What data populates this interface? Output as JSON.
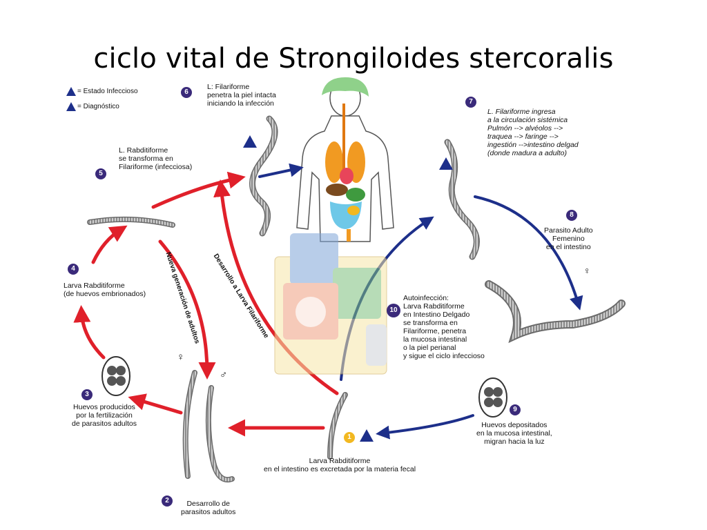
{
  "title": "ciclo vital de Strongiloides stercoralis",
  "legend": {
    "infective": "= Estado Infeccioso",
    "diagnostic": "= Diagnóstico",
    "infective_marker": "i",
    "diagnostic_marker": "d"
  },
  "steps": {
    "s1": {
      "num": "1",
      "marker": "d",
      "lines": [
        "Larva Rabditiforme",
        "en el intestino es excretada por la materia fecal"
      ]
    },
    "s2": {
      "num": "2",
      "lines": [
        "Desarrollo de",
        "parasitos adultos"
      ]
    },
    "s3": {
      "num": "3",
      "lines": [
        "Huevos producidos",
        "por la fertilización",
        "de parasitos adultos"
      ]
    },
    "s4": {
      "num": "4",
      "lines": [
        "Larva Rabditiforme",
        "(de huevos embrionados)"
      ]
    },
    "s5": {
      "num": "5",
      "lines": [
        "L. Rabditiforme",
        "se transforma en",
        "Filariforme (infecciosa)"
      ]
    },
    "s6": {
      "num": "6",
      "lines": [
        "L: Filariforme",
        "penetra la piel intacta",
        "iniciando la infección"
      ]
    },
    "s7": {
      "num": "7",
      "lines": [
        "L. Filariforme ingresa",
        "a la circulación sistémica",
        "Pulmón --> alvéolos -->",
        "traquea --> faringe -->",
        "ingestión -->intestino delgad",
        "(donde madura a adulto)"
      ]
    },
    "s8": {
      "num": "8",
      "lines": [
        "Parasito Adulto",
        "Femenino",
        "en el intestino"
      ],
      "sex": "♀"
    },
    "s9": {
      "num": "9",
      "lines": [
        "Huevos depositados",
        "en la mucosa intestinal,",
        "migran hacia la luz"
      ]
    },
    "s10": {
      "num": "10",
      "lines": [
        "Autoinfección:",
        "Larva Rabditiforme",
        "en Intestino Delgado",
        "se transforma en",
        "Filariforme, penetra",
        "la mucosa intestinal",
        "o la piel perianal",
        "y sigue el ciclo infeccioso"
      ]
    }
  },
  "rotated_labels": {
    "new_generation": "Nueva generación de adultos",
    "development": "Desarrollo a Larva Filariforme"
  },
  "sex_symbols": {
    "female": "♀",
    "male": "♂"
  },
  "colors": {
    "red_arrow": "#e0202a",
    "blue_arrow": "#1d2f8a",
    "badge": "#3a2a7a",
    "marker": "#1d2f8a"
  }
}
